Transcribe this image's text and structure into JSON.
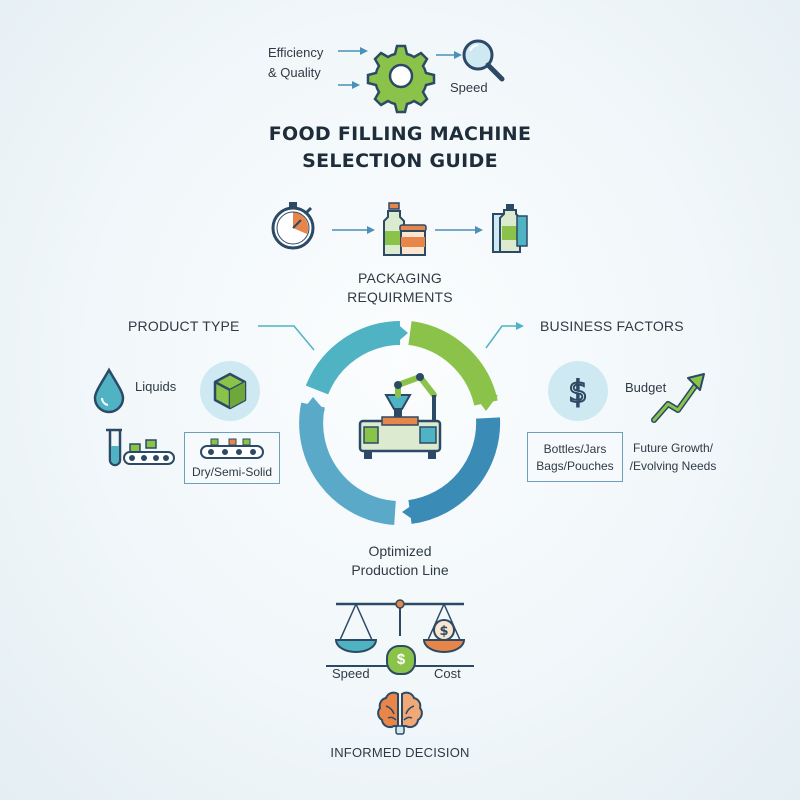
{
  "top": {
    "efficiency_line1": "Efficiency",
    "efficiency_line2": "& Quality",
    "speed": "Speed"
  },
  "title": {
    "line1": "FOOD FILLING MACHINE",
    "line2": "SELECTION GUIDE"
  },
  "packaging": {
    "line1": "PACKAGING",
    "line2": "REQUIRMENTS"
  },
  "product_type": {
    "heading": "PRODUCT TYPE",
    "liquids": "Liquids",
    "dry": "Dry/Semi-Solid"
  },
  "business": {
    "heading": "BUSINESS FACTORS",
    "budget": "Budget",
    "containers_line1": "Bottles/Jars",
    "containers_line2": "Bags/Pouches",
    "growth_line1": "Future Growth/",
    "growth_line2": "/Evolving Needs"
  },
  "center": {
    "line1": "Optimized",
    "line2": "Production Line"
  },
  "balance": {
    "speed": "Speed",
    "cost": "Cost",
    "dollar": "$"
  },
  "footer": {
    "decision": "INFORMED DECISION"
  },
  "colors": {
    "green": "#8bc34a",
    "teal": "#4fb3c4",
    "blue": "#3a8bb5",
    "orange": "#e8864a",
    "navy": "#2c4a66"
  },
  "icons": [
    "gear-icon",
    "magnifier-icon",
    "stopwatch-icon",
    "bottle-jar-icon",
    "bottles-icon",
    "water-drop-icon",
    "cube-icon",
    "beaker-conveyor-icon",
    "conveyor-icon",
    "dollar-icon",
    "growth-arrow-icon",
    "filling-machine-icon",
    "balance-scale-icon",
    "brain-icon"
  ]
}
